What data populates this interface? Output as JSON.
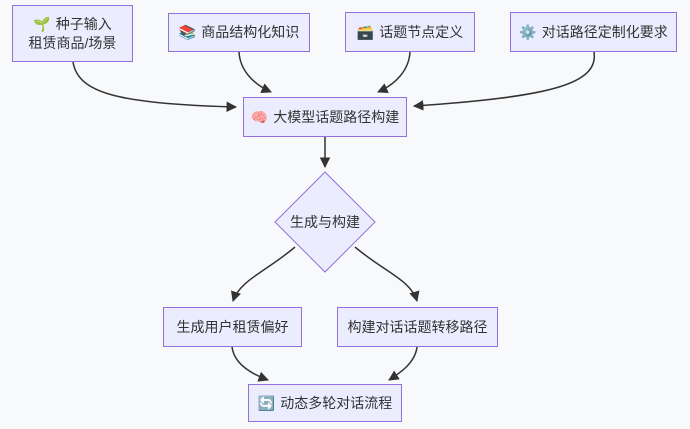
{
  "diagram": {
    "type": "flowchart",
    "colors": {
      "node_fill": "#ECECFF",
      "node_border": "#9370DB",
      "edge_color": "#333333",
      "text_color": "#333333",
      "background": "#f8f9fb"
    },
    "nodes": {
      "seed_input": {
        "icon": "🌱",
        "label_line1": "种子输入",
        "label_line2": "租赁商品/场景"
      },
      "product_knowledge": {
        "icon": "📚",
        "label": "商品结构化知识"
      },
      "topic_node_def": {
        "icon": "🗃️",
        "label": "话题节点定义"
      },
      "path_requirements": {
        "icon": "⚙️",
        "label": "对话路径定制化要求"
      },
      "llm_topic_path": {
        "icon": "🧠",
        "label": "大模型话题路径构建"
      },
      "generate_construct": {
        "label": "生成与构建"
      },
      "user_preference": {
        "label": "生成用户租赁偏好"
      },
      "topic_transfer": {
        "label": "构建对话话题转移路径"
      },
      "dynamic_dialog": {
        "icon": "🔄",
        "label": "动态多轮对话流程"
      }
    },
    "edges": [
      {
        "from": "seed_input",
        "to": "llm_topic_path"
      },
      {
        "from": "product_knowledge",
        "to": "llm_topic_path"
      },
      {
        "from": "topic_node_def",
        "to": "llm_topic_path"
      },
      {
        "from": "path_requirements",
        "to": "llm_topic_path"
      },
      {
        "from": "llm_topic_path",
        "to": "generate_construct"
      },
      {
        "from": "generate_construct",
        "to": "user_preference"
      },
      {
        "from": "generate_construct",
        "to": "topic_transfer"
      },
      {
        "from": "user_preference",
        "to": "dynamic_dialog"
      },
      {
        "from": "topic_transfer",
        "to": "dynamic_dialog"
      }
    ]
  }
}
